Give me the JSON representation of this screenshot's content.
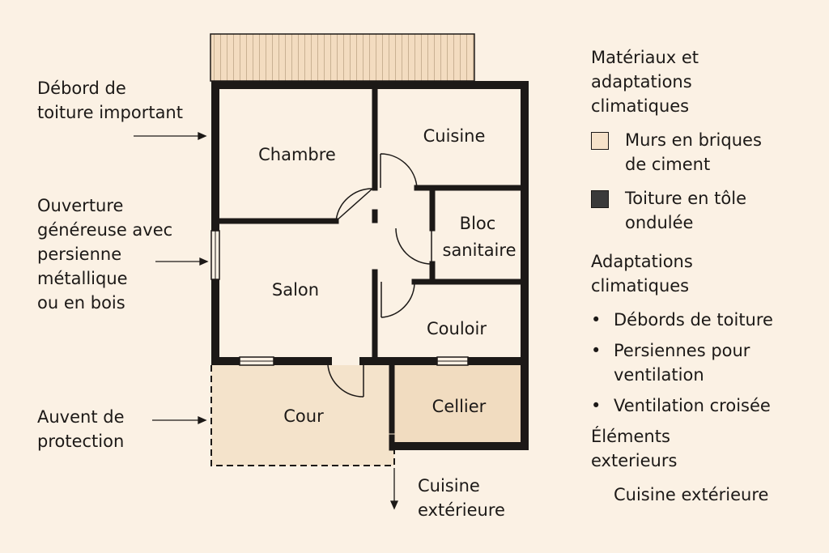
{
  "annotations": {
    "roof_overhang": "Débord de\ntoiture important",
    "opening": "Ouverture\ngénéreuse avec\npersienne\nmétallique\nou en bois",
    "awning": "Auvent de\nprotection",
    "outdoor_kitchen": "Cuisine\nextérieure"
  },
  "rooms": {
    "chambre": "Chambre",
    "cuisine": "Cuisine",
    "bloc": "Bloc",
    "sanitaire": "sanitaire",
    "salon": "Salon",
    "couloir": "Couloir",
    "cour": "Cour",
    "cellier": "Cellier"
  },
  "legend": {
    "materials_title": "Matériaux et\nadaptations\nclimatiques",
    "materials": [
      {
        "label": "Murs en briques\nde ciment",
        "color": "#f6e2c9"
      },
      {
        "label": "Toiture en tôle\nondulée",
        "color": "#3a3a3a"
      }
    ],
    "adaptations_title": "Adaptations\nclimatiques",
    "adaptations": [
      "Débords de toiture",
      "Persiennes pour\nventilation",
      "Ventilation croisée"
    ],
    "bullet": "•",
    "exterior_title": "Éléments\nexterieurs",
    "exterior_item": "Cuisine extérieure"
  },
  "colors": {
    "background": "#fbf1e4",
    "wall": "#1c1917",
    "roof_strip": "#f3dcc0",
    "courtyard": "#f4e3cb",
    "cellier": "#f1dcc0"
  }
}
